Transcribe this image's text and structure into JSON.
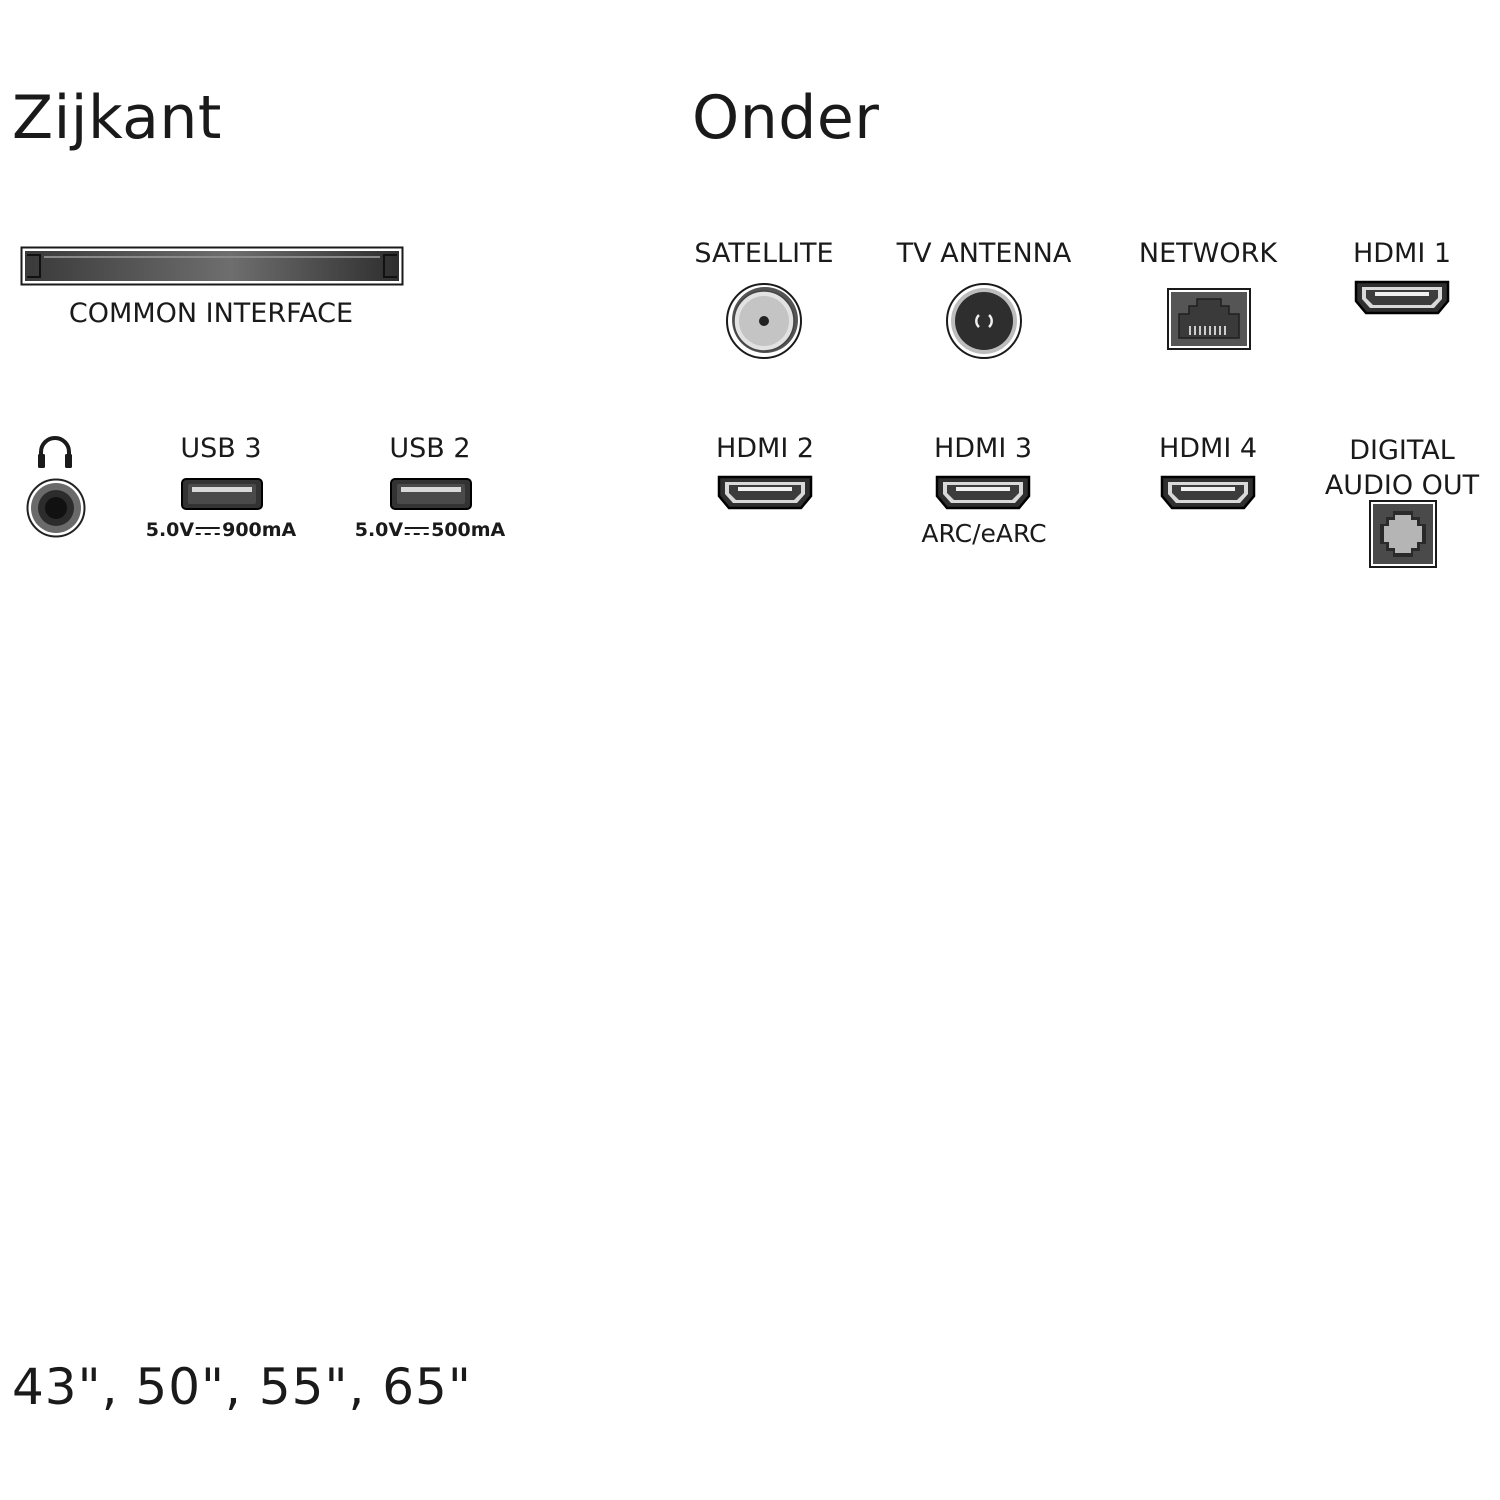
{
  "sections": {
    "side": {
      "title": "Zijkant"
    },
    "bottom": {
      "title": "Onder"
    }
  },
  "ports": {
    "common_interface": {
      "label": "COMMON INTERFACE"
    },
    "headphone": {
      "icon": "headphones-icon"
    },
    "usb3": {
      "label": "USB 3",
      "spec_voltage": "5.0V",
      "spec_current": "900mA"
    },
    "usb2": {
      "label": "USB 2",
      "spec_voltage": "5.0V",
      "spec_current": "500mA"
    },
    "satellite": {
      "label": "SATELLITE"
    },
    "tv_antenna": {
      "label": "TV ANTENNA"
    },
    "network": {
      "label": "NETWORK"
    },
    "hdmi1": {
      "label": "HDMI 1"
    },
    "hdmi2": {
      "label": "HDMI 2"
    },
    "hdmi3": {
      "label": "HDMI 3",
      "note": "ARC/eARC"
    },
    "hdmi4": {
      "label": "HDMI 4"
    },
    "digital_audio_out": {
      "label_line1": "DIGITAL",
      "label_line2": "AUDIO OUT"
    }
  },
  "screen_sizes": "43\", 50\", 55\", 65\"",
  "colors": {
    "port_dark": "#333333",
    "port_mid": "#5a5a5a",
    "port_light": "#cfcfcf",
    "text": "#1a1a1a"
  }
}
